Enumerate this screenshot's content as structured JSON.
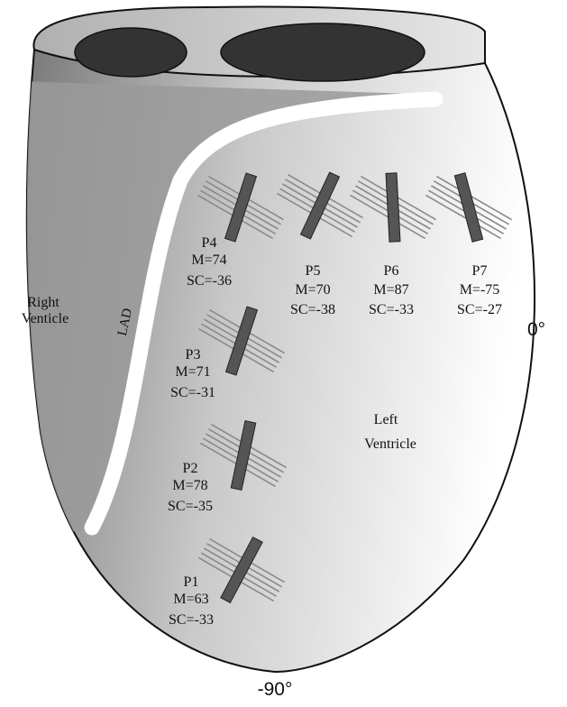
{
  "regions": {
    "right_ventricle": [
      "Right",
      "Venticle"
    ],
    "left_ventricle": [
      "Left",
      "Ventricle"
    ],
    "artery": "LAD"
  },
  "angles": {
    "right": "0°",
    "bottom": "-90°"
  },
  "patches": [
    {
      "label": "P1",
      "m": "M=63",
      "sc": "SC=-33"
    },
    {
      "label": "P2",
      "m": "M=78",
      "sc": "SC=-35"
    },
    {
      "label": "P3",
      "m": "M=71",
      "sc": "SC=-31"
    },
    {
      "label": "P4",
      "m": "M=74",
      "sc": "SC=-36"
    },
    {
      "label": "P5",
      "m": "M=70",
      "sc": "SC=-38"
    },
    {
      "label": "P6",
      "m": "M=87",
      "sc": "SC=-33"
    },
    {
      "label": "P7",
      "m": "M=-75",
      "sc": "SC=-27"
    }
  ],
  "colors": {
    "outline": "#111111",
    "fiber_lines": "#8a8a8a",
    "fiber_bar": "#555555",
    "vessel_openings": "#333333",
    "lad_stripe": "#ffffff"
  }
}
